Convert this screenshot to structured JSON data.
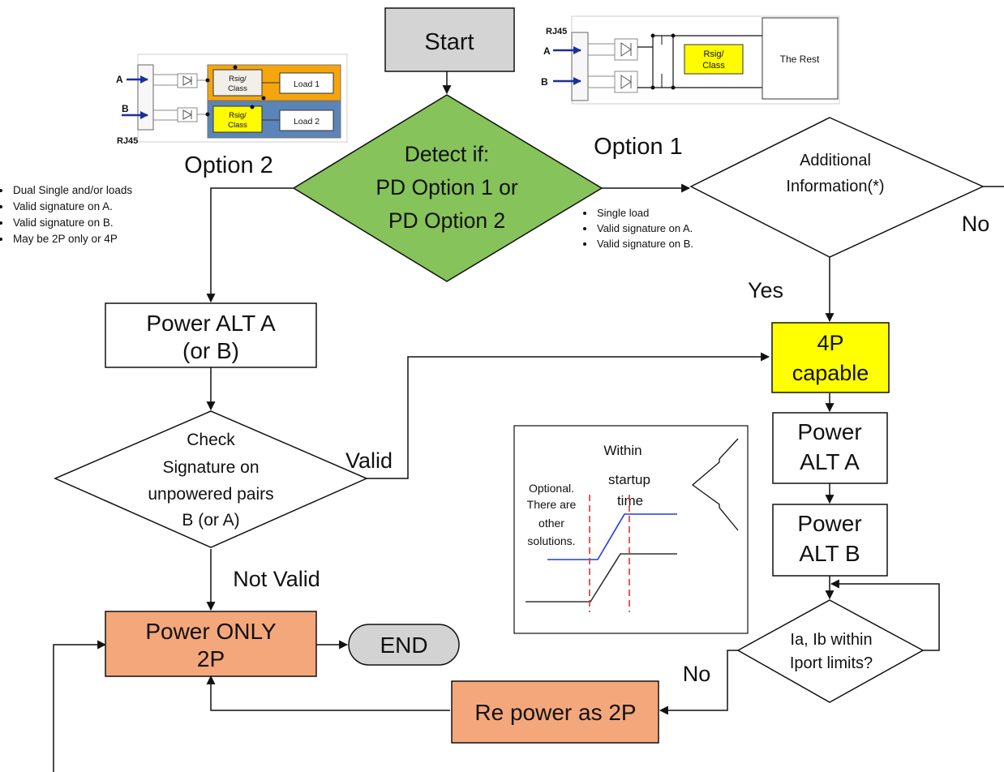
{
  "flow": {
    "start": "Start",
    "detect": [
      "Detect if:",
      "PD Option 1 or",
      "PD Option 2"
    ],
    "option1": "Option 1",
    "option2": "Option 2",
    "additional_info": [
      "Additional",
      "Information(*)"
    ],
    "no_right": "No",
    "yes": "Yes",
    "fourp": [
      "4P",
      "capable"
    ],
    "power_alt_a_left": [
      "Power ALT A",
      "(or B)"
    ],
    "check_sig": [
      "Check",
      "Signature on",
      "unpowered pairs",
      "B (or A)"
    ],
    "valid": "Valid",
    "not_valid": "Not Valid",
    "power_only_2p": [
      "Power ONLY",
      "2P"
    ],
    "end": "END",
    "power_alt_a": [
      "Power",
      "ALT A"
    ],
    "power_alt_b": [
      "Power",
      "ALT B"
    ],
    "ia_ib": [
      "Ia, Ib within",
      "Iport limits?"
    ],
    "no_bottom": "No",
    "repower": "Re power as 2P"
  },
  "option2_bullets": [
    "Dual Single and/or loads",
    "Valid signature on A.",
    "Valid signature on B.",
    "May be 2P only or 4P"
  ],
  "option1_bullets": [
    "Single load",
    "Valid signature on A.",
    "Valid signature on B."
  ],
  "timing": {
    "within": [
      "Within",
      "startup",
      "time"
    ],
    "optional": [
      "Optional.",
      "There are",
      "other",
      "solutions."
    ]
  },
  "circuit_option2": {
    "rj45": "RJ45",
    "a": "A",
    "b": "B",
    "rsig_class": [
      "Rsig/",
      "Class"
    ],
    "load1": "Load 1",
    "load2": "Load 2"
  },
  "circuit_option1": {
    "rj45": "RJ45",
    "a": "A",
    "b": "B",
    "rsig_class": [
      "Rsig/",
      "Class"
    ],
    "rest": "The Rest"
  },
  "colors": {
    "start_fill": "#d4d4d4",
    "detect_fill": "#86c35a",
    "fourp_fill": "#ffff00",
    "orange_fill": "#f4a77a",
    "end_fill": "#d3d3d3",
    "load1_fill": "#f4a60c",
    "load2_fill": "#5b85b8",
    "arrow_blue": "#1a2f9a"
  }
}
